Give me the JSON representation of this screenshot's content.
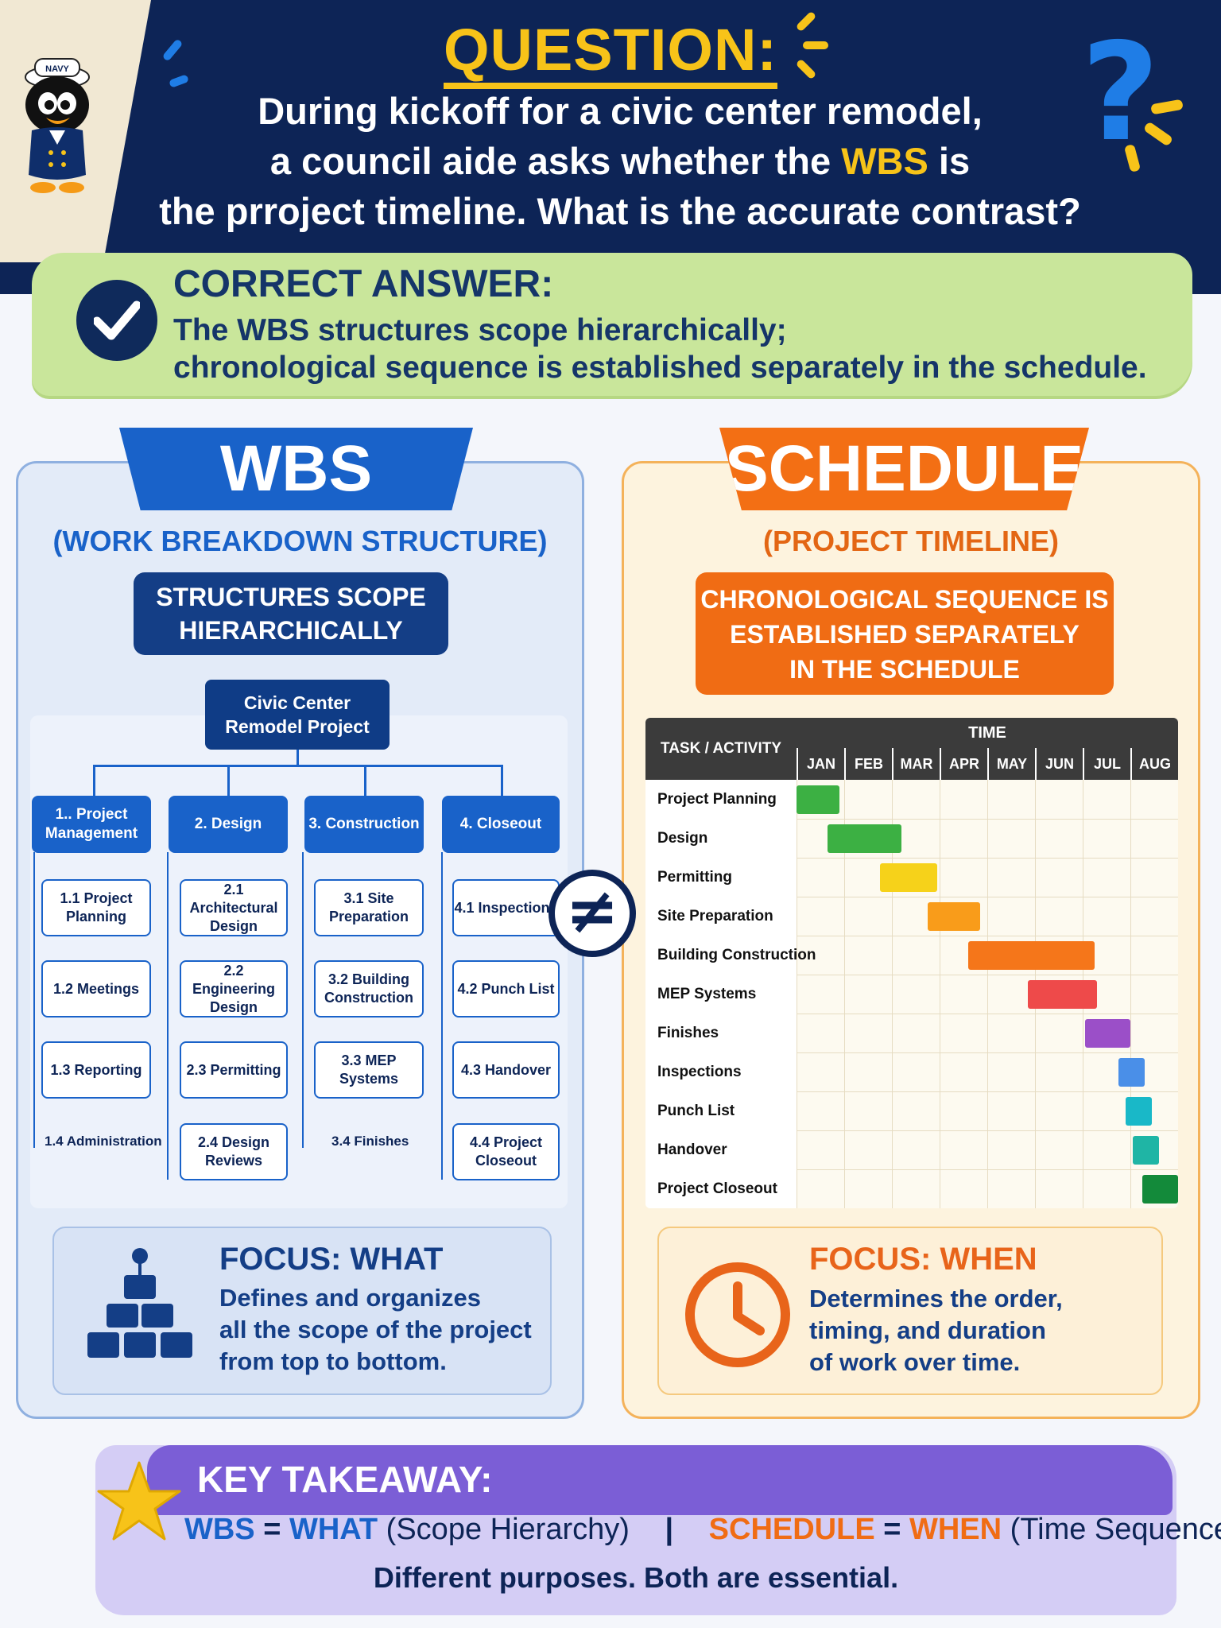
{
  "question": {
    "title": "QUESTION:",
    "line1": "During kickoff for a civic center remodel,",
    "line2_pre": "a council aide asks whether the ",
    "line2_hl": "WBS",
    "line2_post": " is",
    "line3": "the prroject timeline. What is the accurate contrast?"
  },
  "mascot": {
    "cap_text": "NAVY"
  },
  "answer": {
    "title": "CORRECT ANSWER:",
    "line1": "The WBS structures scope hierarchically;",
    "line2": "chronological sequence is established separately in the schedule."
  },
  "wbs": {
    "title": "WBS",
    "subtitle": "(WORK BREAKDOWN STRUCTURE)",
    "pill_line1": "STRUCTURES SCOPE",
    "pill_line2": "HIERARCHICALLY",
    "root": "Civic Center Remodel Project",
    "branches": [
      {
        "label": "1.. Project Management",
        "items": [
          "1.1 Project Planning",
          "1.2 Meetings",
          "1.3 Reporting",
          "1.4 Administration"
        ]
      },
      {
        "label": "2. Design",
        "items": [
          "2.1 Architectural Design",
          "2.2 Engineering Design",
          "2.3 Permitting",
          "2.4 Design Reviews"
        ]
      },
      {
        "label": "3. Construction",
        "items": [
          "3.1 Site Preparation",
          "3.2 Building Construction",
          "3.3 MEP Systems",
          "3.4 Finishes"
        ]
      },
      {
        "label": "4. Closeout",
        "items": [
          "4.1 Inspections",
          "4.2 Punch List",
          "4.3 Handover",
          "4.4 Project Closeout"
        ]
      }
    ],
    "focus_title": "FOCUS: WHAT",
    "focus_lines": [
      "Defines and organizes",
      "all the scope of the project",
      "from top to bottom."
    ]
  },
  "not_equal_symbol": "≠",
  "schedule": {
    "title": "SCHEDULE",
    "subtitle": "(PROJECT TIMELINE)",
    "pill_lines": [
      "CHRONOLOGICAL SEQUENCE IS",
      "ESTABLISHED SEPARATELY",
      "IN THE SCHEDULE"
    ],
    "gantt": {
      "task_header": "TASK / ACTIVITY",
      "time_header": "TIME",
      "months": [
        "JAN",
        "FEB",
        "MAR",
        "APR",
        "MAY",
        "JUN",
        "JUL",
        "AUG"
      ],
      "tasks": [
        {
          "name": "Project Planning",
          "start": 0.0,
          "end": 0.9,
          "color": "#3cb043"
        },
        {
          "name": "Design",
          "start": 0.65,
          "end": 2.2,
          "color": "#3cb043"
        },
        {
          "name": "Permitting",
          "start": 1.75,
          "end": 2.95,
          "color": "#f6d21a"
        },
        {
          "name": "Site Preparation",
          "start": 2.75,
          "end": 3.85,
          "color": "#f99c1a"
        },
        {
          "name": "Building Construction",
          "start": 3.6,
          "end": 6.25,
          "color": "#f5761a"
        },
        {
          "name": "MEP Systems",
          "start": 4.85,
          "end": 6.3,
          "color": "#ee4a4a"
        },
        {
          "name": "Finishes",
          "start": 6.05,
          "end": 7.0,
          "color": "#9b4fc8"
        },
        {
          "name": "Inspections",
          "start": 6.75,
          "end": 7.3,
          "color": "#4a8fe8"
        },
        {
          "name": "Punch List",
          "start": 6.9,
          "end": 7.45,
          "color": "#19b8c8"
        },
        {
          "name": "Handover",
          "start": 7.05,
          "end": 7.6,
          "color": "#1fb5a5"
        },
        {
          "name": "Project Closeout",
          "start": 7.25,
          "end": 8.0,
          "color": "#138a3a"
        }
      ]
    },
    "focus_title": "FOCUS: WHEN",
    "focus_lines": [
      "Determines the order,",
      "timing, and duration",
      "of work over time."
    ]
  },
  "takeaway": {
    "title": "KEY TAKEAWAY:",
    "wbs": "WBS",
    "eq1": " = ",
    "what": "WHAT",
    "wbs_desc": " (Scope Hierarchy)",
    "sep": "|",
    "schedule": "SCHEDULE",
    "eq2": " = ",
    "when": "WHEN",
    "sch_desc": " (Time Sequence)",
    "line2": "Different purposes. Both are essential."
  },
  "colors": {
    "navy": "#0d2456",
    "wbs_blue": "#1962c9",
    "schedule_orange": "#f06c14",
    "answer_green": "#c9e69b",
    "accent_yellow": "#f7c319",
    "takeaway_purple": "#7b5ed6"
  }
}
